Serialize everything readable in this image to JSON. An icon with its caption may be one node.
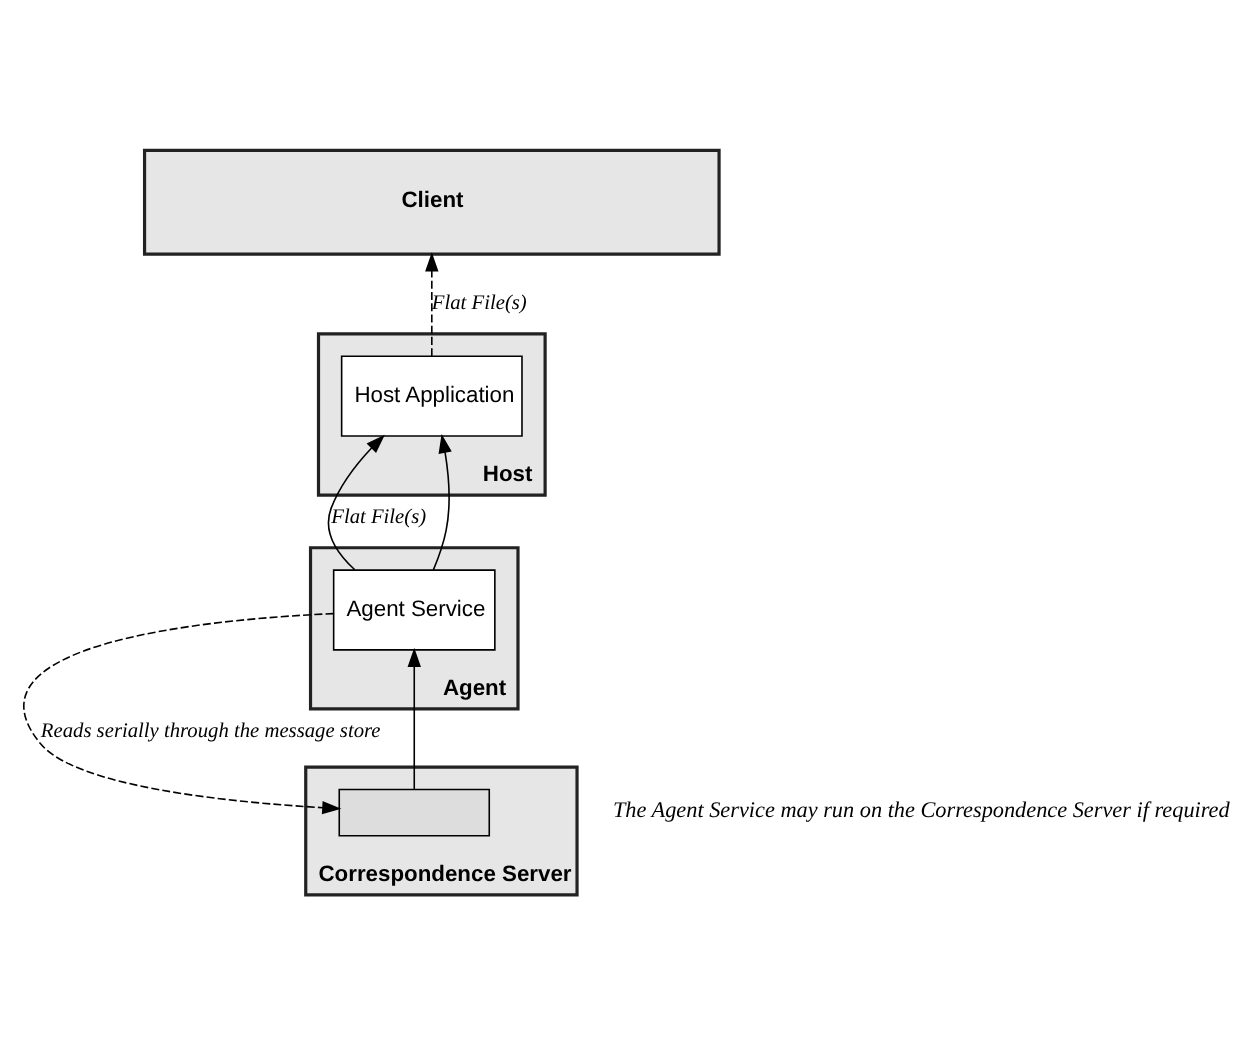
{
  "diagram": {
    "nodes": [
      {
        "text": [
          "Client"
        ]
      },
      {
        "text": [
          "Host"
        ]
      },
      {
        "text": [
          "Host Application"
        ],
        "in": 1
      },
      {
        "text": [
          "Agent"
        ]
      },
      {
        "text": [
          "Agent Service"
        ],
        "in": 3
      },
      {
        "text": [
          "Correspondence Server"
        ]
      },
      {
        "text": [],
        "shape": "box",
        "in": 5
      }
    ],
    "edges": [
      {
        "from": 2,
        "to": 0,
        "arrow": "to",
        "style": "dashed",
        "label": "Flat File(s)"
      },
      {
        "from": 4,
        "to": 2,
        "arrow": "to",
        "label": "Flat File(s)"
      },
      {
        "from": 4,
        "to": 2,
        "arrow": "to"
      },
      {
        "from": 6,
        "to": 4,
        "arrow": "to"
      },
      {
        "from": 4,
        "to": 6,
        "arrow": "to",
        "style": "dashed",
        "label": "Reads serially through the message store"
      }
    ],
    "labels": [
      "The Agent Service may run on the Correspondence Server if required"
    ]
  }
}
